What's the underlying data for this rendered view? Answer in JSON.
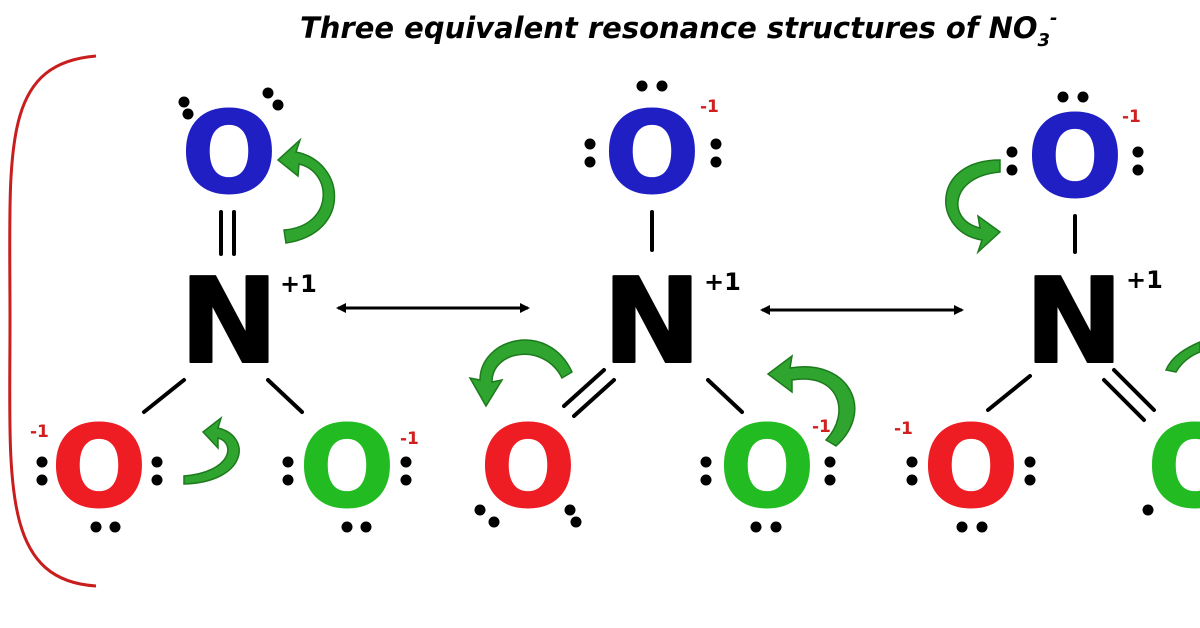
{
  "title": {
    "text": "Three equivalent resonance structures of NO",
    "subscript": "3",
    "superscript": "-"
  },
  "colors": {
    "oxygen_top": "#1f1fc4",
    "oxygen_left": "#ee1d24",
    "oxygen_right": "#22bb22",
    "nitrogen": "#000000",
    "negative_charge": "#d01f1f",
    "arrow_fill": "#2fa52f",
    "bracket": "#c81e1e"
  },
  "atoms": {
    "nitrogen": "N",
    "oxygen": "O"
  },
  "charges": {
    "nitrogen": "+1",
    "oxygen": "-1"
  },
  "icons": {
    "resonance": "double-headed-arrow",
    "electron_shift": "curved-arrow"
  },
  "structures": [
    {
      "name": "structure-1",
      "double_bond_to": "top",
      "negative_oxygens": [
        "left",
        "right"
      ]
    },
    {
      "name": "structure-2",
      "double_bond_to": "left",
      "negative_oxygens": [
        "top",
        "right"
      ]
    },
    {
      "name": "structure-3",
      "double_bond_to": "right",
      "negative_oxygens": [
        "top",
        "left"
      ]
    }
  ]
}
